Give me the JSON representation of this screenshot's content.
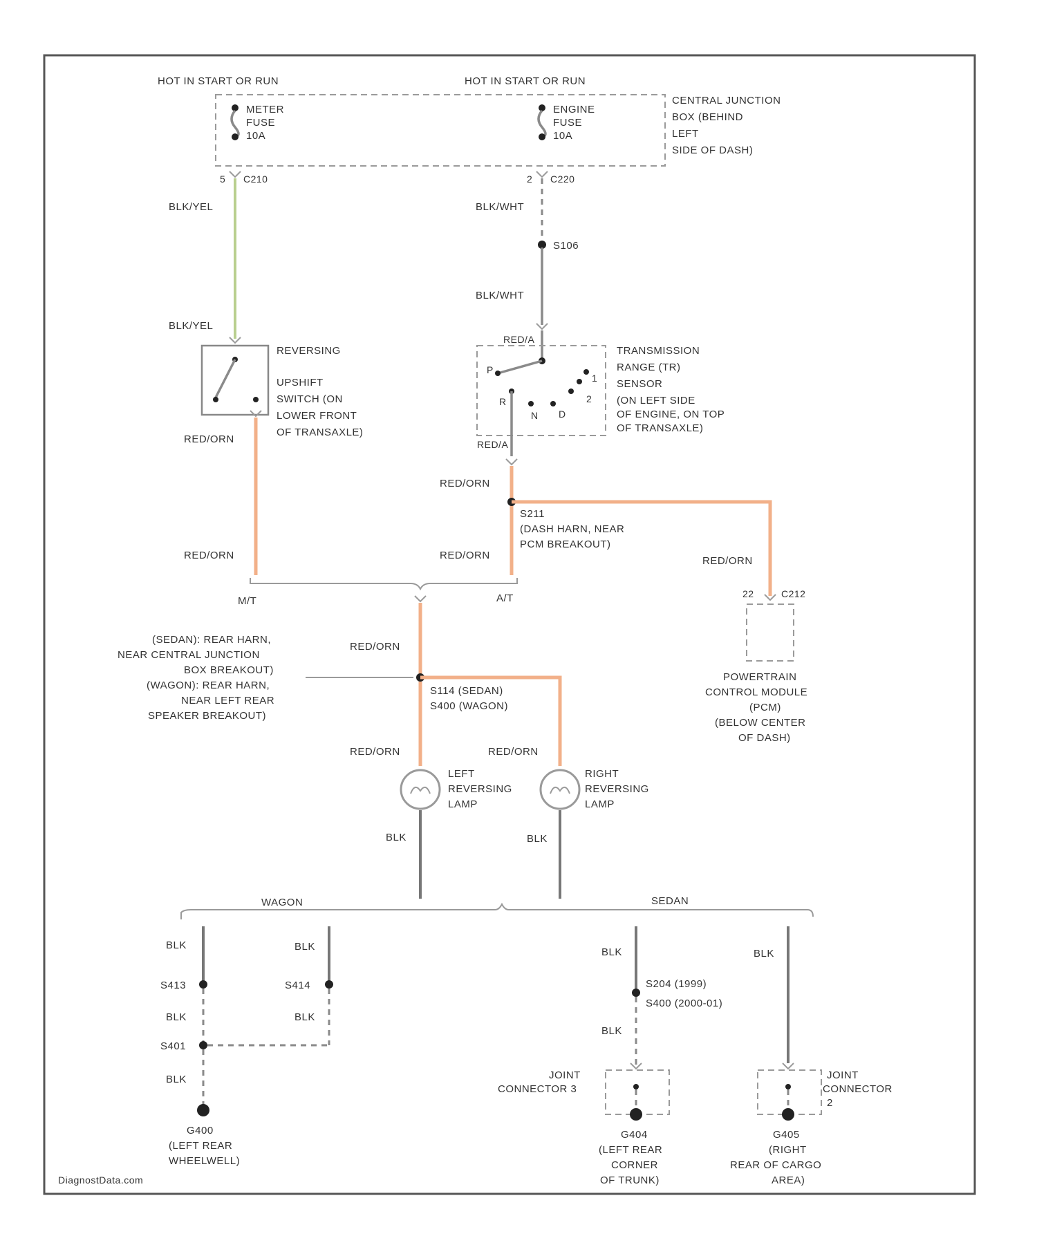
{
  "power": {
    "hot_left": "HOT IN START OR RUN",
    "hot_right": "HOT IN START OR RUN",
    "meter_fuse": [
      "METER",
      "FUSE",
      "10A"
    ],
    "engine_fuse": [
      "ENGINE",
      "FUSE",
      "10A"
    ],
    "cjb": [
      "CENTRAL JUNCTION",
      "BOX (BEHIND",
      "LEFT",
      "SIDE OF DASH)"
    ],
    "cjb_pin_left": "5",
    "cjb_conn_left": "C210",
    "cjb_pin_right": "2",
    "cjb_conn_right": "C220"
  },
  "wires": {
    "blk_yel_top": "BLK/YEL",
    "blk_yel_bottom": "BLK/YEL",
    "blk_wht_top": "BLK/WHT",
    "blk_wht_bottom": "BLK/WHT",
    "splice_s106": "S106",
    "red_a": "RED/A",
    "red_a2": "RED/A",
    "red_orn_rev": "RED/ORN",
    "red_orn_tr": "RED/ORN",
    "red_orn_mt": "RED/ORN",
    "red_orn_at": "RED/ORN",
    "red_orn_pcm": "RED/ORN",
    "red_orn_mid": "RED/ORN",
    "red_orn_left_lamp": "RED/ORN",
    "red_orn_right_lamp": "RED/ORN",
    "blk_left_lamp": "BLK",
    "blk_right_lamp": "BLK"
  },
  "reversing_switch": [
    "REVERSING",
    "UPSHIFT",
    "SWITCH (ON",
    "LOWER FRONT",
    "OF TRANSAXLE)"
  ],
  "tr_sensor": {
    "label": [
      "TRANSMISSION",
      "RANGE (TR)",
      "SENSOR",
      "(ON LEFT SIDE",
      "OF ENGINE, ON TOP",
      "OF TRANSAXLE)"
    ],
    "pos_p": "P",
    "pos_r": "R",
    "pos_n": "N",
    "pos_d": "D",
    "pos_2": "2",
    "pos_1": "1"
  },
  "splice_s211": [
    "S211",
    "(DASH HARN, NEAR",
    "PCM BREAKOUT)"
  ],
  "selector": {
    "mt": "M/T",
    "at": "A/T"
  },
  "pcm": {
    "pin": "22",
    "conn": "C212",
    "label": [
      "POWERTRAIN",
      "CONTROL MODULE",
      "(PCM)",
      "(BELOW CENTER",
      "OF DASH)"
    ]
  },
  "rear_splice_note": [
    "(SEDAN): REAR HARN,",
    "NEAR CENTRAL JUNCTION",
    "BOX BREAKOUT)",
    "(WAGON): REAR HARN,",
    "NEAR LEFT REAR",
    "SPEAKER BREAKOUT)"
  ],
  "splice_s114": [
    "S114 (SEDAN)",
    "S400 (WAGON)"
  ],
  "lamps": {
    "left": [
      "LEFT",
      "REVERSING",
      "LAMP"
    ],
    "right": [
      "RIGHT",
      "REVERSING",
      "LAMP"
    ]
  },
  "body": {
    "wagon": "WAGON",
    "sedan": "SEDAN"
  },
  "wagon_ground": {
    "blk1": "BLK",
    "blk2": "BLK",
    "blk3": "BLK",
    "blk4": "BLK",
    "blk5": "BLK",
    "s413": "S413",
    "s414": "S414",
    "s401": "S401",
    "g400": [
      "G400",
      "(LEFT REAR",
      "WHEELWELL)"
    ]
  },
  "sedan_ground": {
    "blk1": "BLK",
    "blk2": "BLK",
    "blk3": "BLK",
    "s_line1": "S204  (1999)",
    "s_line2": "S400  (2000-01)",
    "joint_left": [
      "JOINT",
      "CONNECTOR 3"
    ],
    "joint_right": [
      "JOINT",
      "CONNECTOR",
      "2"
    ],
    "g_left": [
      "G404",
      "(LEFT REAR",
      "CORNER",
      "OF TRUNK)"
    ],
    "g_right": [
      "G405",
      "(RIGHT",
      "REAR OF CARGO",
      "AREA)"
    ]
  },
  "watermark": "DiagnostData.com"
}
